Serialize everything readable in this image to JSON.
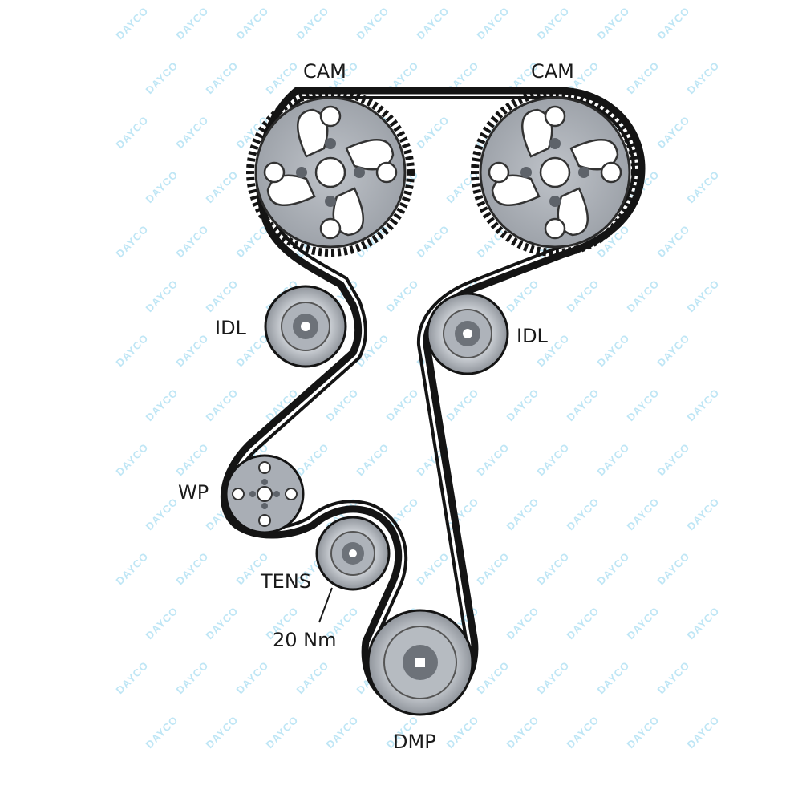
{
  "watermark": {
    "text": "DAYCO",
    "color": "#bfe6f5"
  },
  "labels": {
    "cam_left": "CAM",
    "cam_right": "CAM",
    "idl_left": "IDL",
    "idl_right": "IDL",
    "wp": "WP",
    "tens": "TENS",
    "torque": "20 Nm",
    "dmp": "DMP"
  },
  "colors": {
    "belt": "#141414",
    "pulley_light": "#c9cdd3",
    "pulley_mid": "#a4a9b0",
    "pulley_dark": "#6d7279",
    "label": "#1a1a1a"
  }
}
